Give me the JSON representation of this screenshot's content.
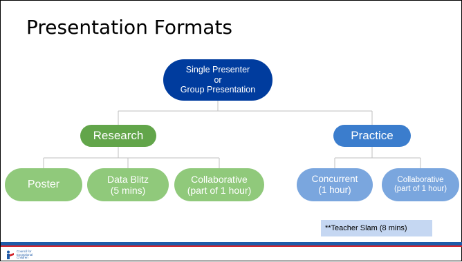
{
  "slide": {
    "title": "Presentation Formats",
    "root": {
      "line1": "Single Presenter",
      "line2": "or",
      "line3": "Group Presentation"
    },
    "research": {
      "label": "Research",
      "items": [
        {
          "line1": "Poster",
          "line2": ""
        },
        {
          "line1": "Data Blitz",
          "line2": "(5 mins)"
        },
        {
          "line1": "Collaborative",
          "line2": "(part of 1 hour)"
        }
      ]
    },
    "practice": {
      "label": "Practice",
      "items": [
        {
          "line1": "Concurrent",
          "line2": "(1 hour)"
        },
        {
          "line1": "Collaborative",
          "line2": "(part of 1 hour)"
        }
      ]
    },
    "note": "**Teacher Slam (8 mins)",
    "logo": {
      "line1": "Council",
      "line1b": "for",
      "line2": "Exceptional",
      "line3": "Children"
    }
  },
  "colors": {
    "root": "#003c9e",
    "research": "#62a54a",
    "research_child": "#90c97b",
    "practice": "#3b7dcd",
    "practice_child": "#7aa6de",
    "note_bg": "#c5d7f2",
    "footer_blue": "#1e5ba8",
    "footer_red": "#d2232a"
  }
}
